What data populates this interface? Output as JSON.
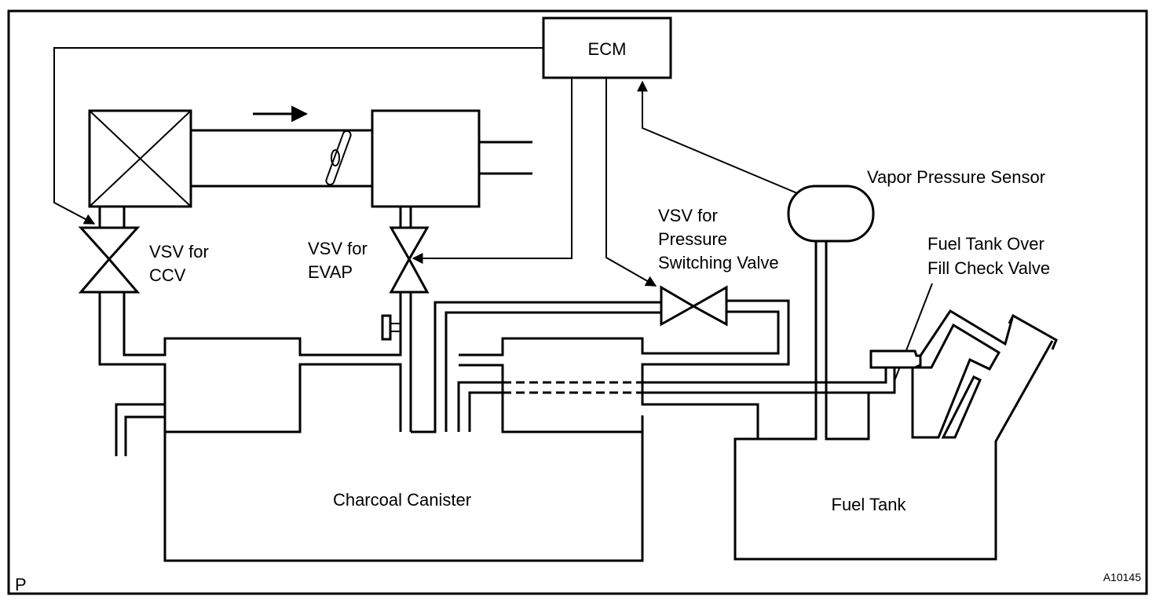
{
  "diagram": {
    "ecm_label": "ECM",
    "vsv_ccv_label": [
      "VSV for",
      "CCV"
    ],
    "vsv_evap_label": [
      "VSV for",
      "EVAP"
    ],
    "vsv_pressure_label": [
      "VSV for",
      "Pressure",
      "Switching Valve"
    ],
    "vapor_sensor_label": "Vapor Pressure Sensor",
    "fill_check_label": [
      "Fuel Tank Over",
      "Fill Check Valve"
    ],
    "canister_label": "Charcoal Canister",
    "fuel_tank_label": "Fuel Tank",
    "corner_mark": "P",
    "figure_id": "A10145"
  }
}
